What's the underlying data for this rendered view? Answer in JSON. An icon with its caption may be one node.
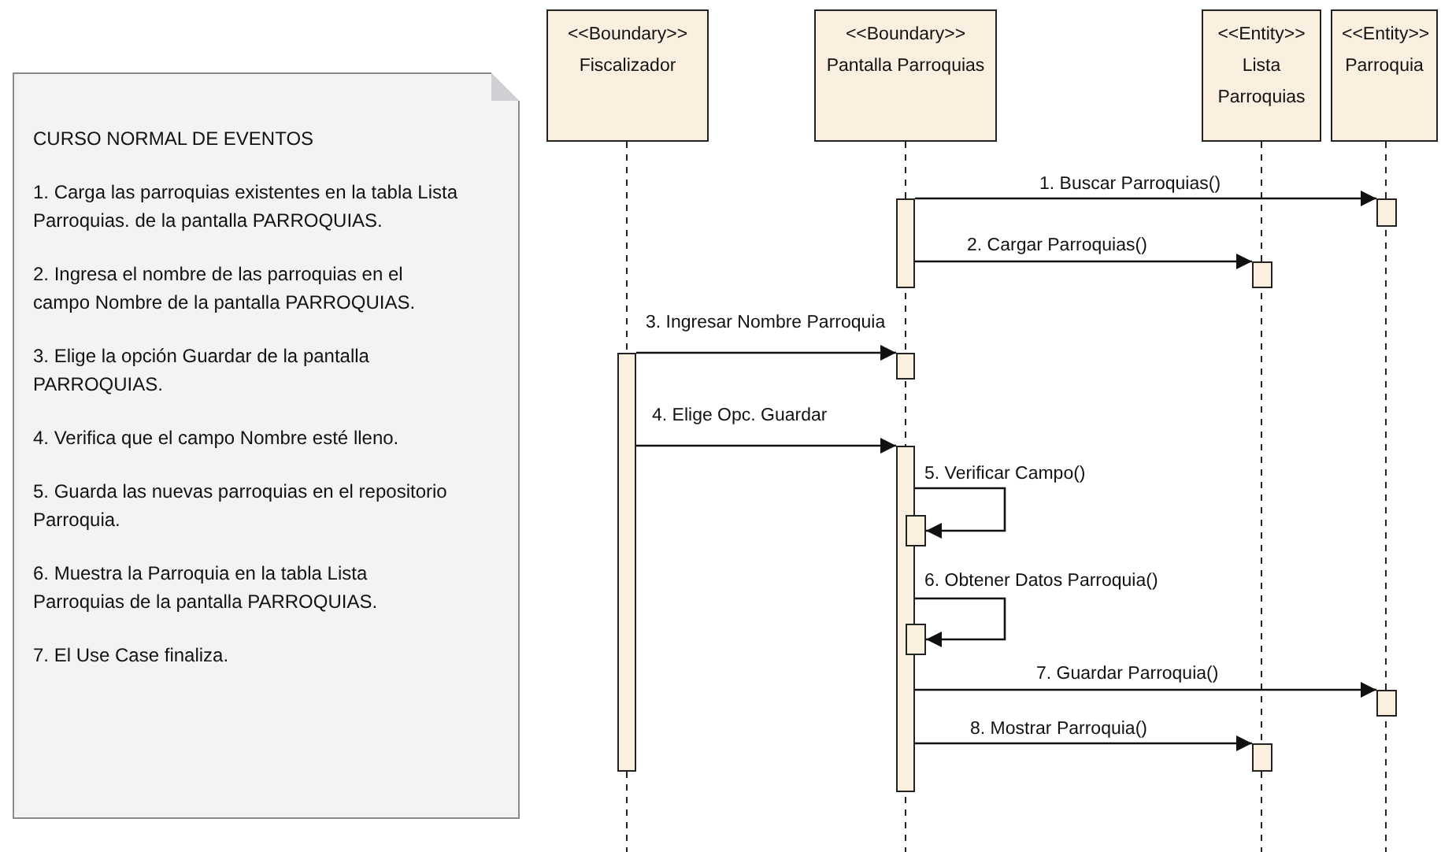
{
  "diagram": {
    "nodes": [
      {
        "text": [
          "CURSO NORMAL DE EVENTOS",
          "1. Carga las parroquias existentes en la tabla Lista Parroquias. de la pantalla PARROQUIAS.",
          "2. Ingresa el nombre de las parroquias en el campo Nombre de la pantalla PARROQUIAS.",
          "3. Elige la opción Guardar de la pantalla PARROQUIAS.",
          "4. Verifica que el campo Nombre esté lleno.",
          "5. Guarda las nuevas parroquias en el repositorio Parroquia.",
          "6. Muestra la Parroquia en la tabla Lista Parroquias de la pantalla PARROQUIAS.",
          "7. El Use Case finaliza."
        ]
      },
      {
        "text": [
          "<<Boundary>>",
          "Fiscalizador"
        ]
      },
      {
        "text": [
          "<<Boundary>>",
          "Pantalla Parroquias"
        ]
      },
      {
        "text": [
          "<<Entity>>",
          "Lista Parroquias"
        ]
      },
      {
        "text": [
          "<<Entity>>",
          "Parroquia"
        ]
      },
      {
        "text": [],
        "shape": "bar"
      },
      {
        "text": [],
        "shape": "bar"
      },
      {
        "text": [],
        "shape": "bar"
      },
      {
        "text": [],
        "shape": "bar"
      },
      {
        "text": [],
        "shape": "bar"
      },
      {
        "text": [],
        "shape": "bar"
      },
      {
        "text": [],
        "shape": "bar"
      },
      {
        "text": [],
        "shape": "bar"
      },
      {
        "text": [],
        "shape": "bar"
      },
      {
        "text": [],
        "shape": "bar"
      }
    ],
    "edges": [
      {
        "from": 5,
        "to": 6,
        "arrow": "to",
        "label": "1. Buscar Parroquias()"
      },
      {
        "from": 5,
        "to": 7,
        "arrow": "to",
        "label": "2. Cargar Parroquias()"
      },
      {
        "from": 8,
        "to": 9,
        "arrow": "to",
        "label": "3. Ingresar Nombre Parroquia"
      },
      {
        "from": 8,
        "to": 10,
        "arrow": "to",
        "label": "4. Elige Opc. Guardar"
      },
      {
        "from": 10,
        "to": 11,
        "arrow": "to",
        "label": "5. Verificar Campo()"
      },
      {
        "from": 10,
        "to": 12,
        "arrow": "to",
        "label": "6. Obtener Datos Parroquia()"
      },
      {
        "from": 10,
        "to": 13,
        "arrow": "to",
        "label": "7. Guardar Parroquia()"
      },
      {
        "from": 10,
        "to": 14,
        "arrow": "to",
        "label": "8. Mostrar Parroquia()"
      }
    ]
  }
}
